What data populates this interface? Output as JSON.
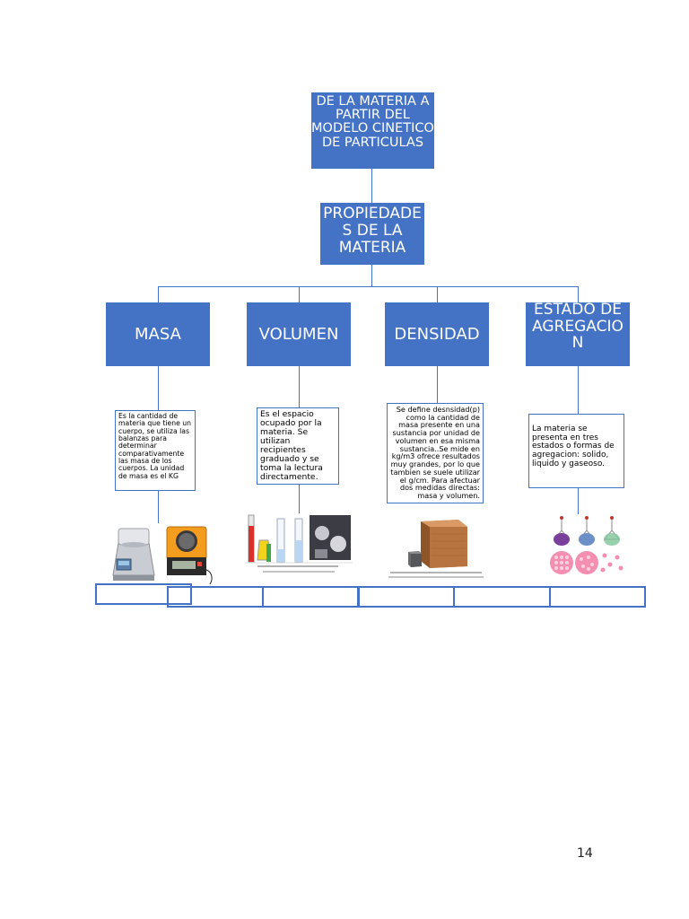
{
  "diagram": {
    "top_node": "DE LA MATERIA A PARTIR DEL MODELO CINETICO DE PARTICULAS",
    "root_node": "PROPIEDADES DE LA MATERIA",
    "root_line1": "PROPIEDADE",
    "root_line2": "S DE LA",
    "root_line3": "MATERIA",
    "categories": [
      {
        "label": "MASA",
        "description": "Es la cantidad de materia que tiene un cuerpo, se utiliza las balanzas para determinar comparativamente las masa de los cuerpos. La unidad de masa es el KG",
        "image": "balance-scales-illustration"
      },
      {
        "label": "VOLUMEN",
        "description": "Es el espacio ocupado por la materia. Se utilizan recipientes graduado y se toma la lectura directamente.",
        "image": "graduated-cylinders-illustration"
      },
      {
        "label": "DENSIDAD",
        "description": "Se define desnsidad(p) como la cantidad de masa presente en una sustancia por unidad de volumen en esa misma sustancia..Se mide en kg/m3 ofrece resultados muy grandes, por lo que tambien se suele utilizar el g/cm. Para afectuar dos medidas directas: masa y volumen.",
        "image": "density-cubes-illustration"
      },
      {
        "label": "ESTADO DE AGREGACION",
        "label_line1": "ESTADO DE",
        "label_line2": "AGREGACIO",
        "label_line3": "N",
        "description": "La materia se presenta en tres estados o formas de agregacion: solido, liquido y gaseoso.",
        "image": "states-of-matter-illustration"
      }
    ]
  },
  "colors": {
    "node_fill": "#4472c4",
    "node_text": "#ffffff",
    "connector": "#4472c4"
  },
  "page_number": "14"
}
